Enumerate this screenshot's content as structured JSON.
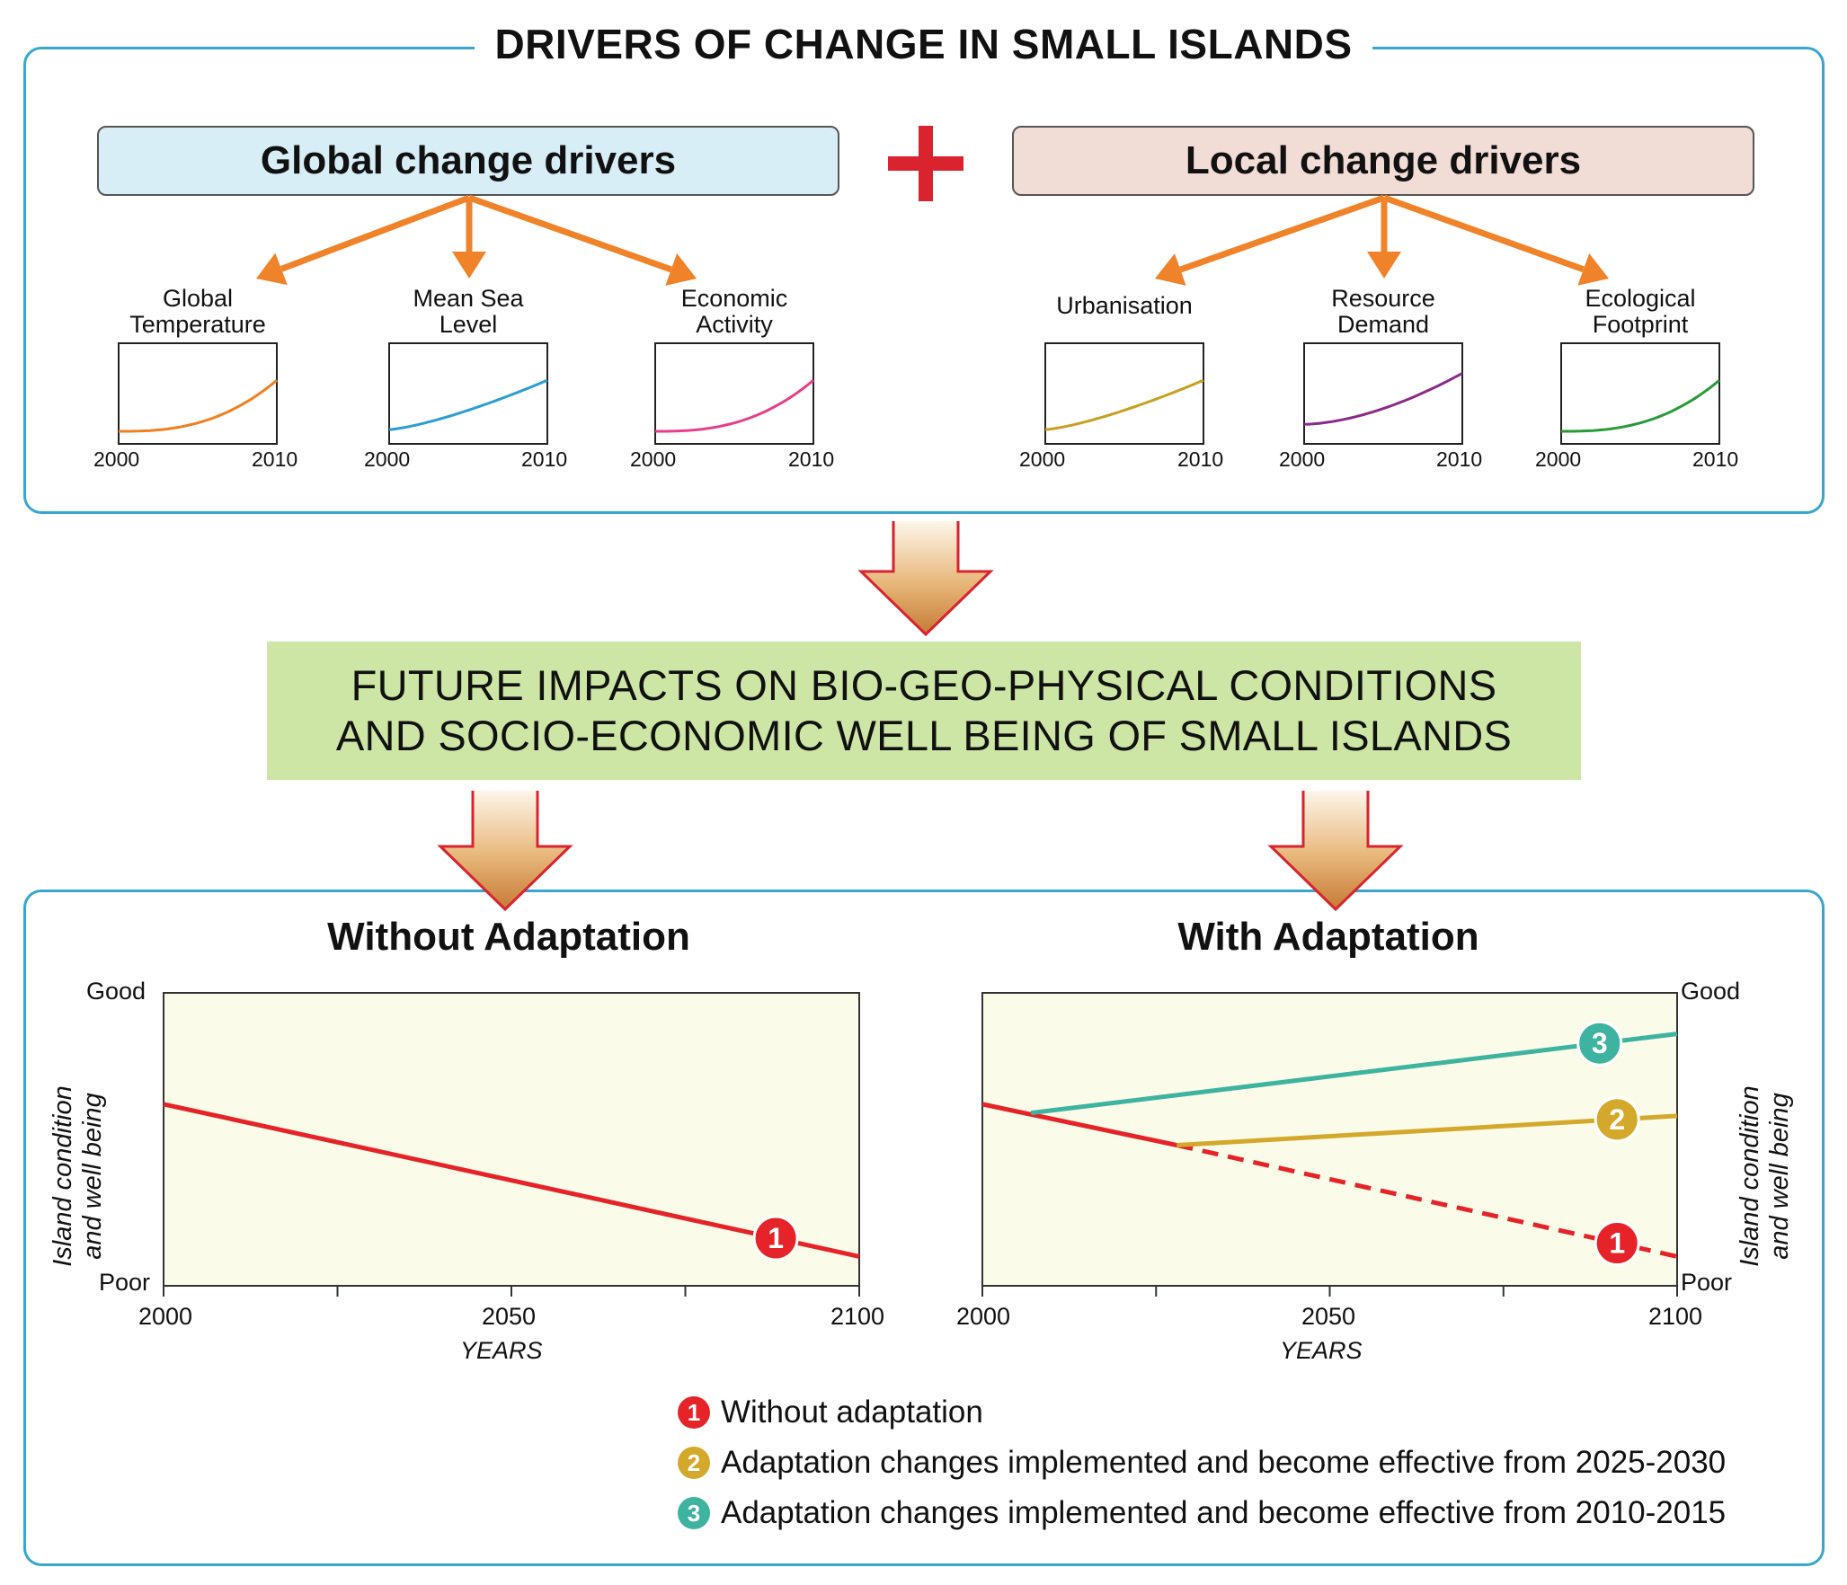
{
  "title": "DRIVERS OF CHANGE IN SMALL ISLANDS",
  "global_drivers": {
    "label": "Global change drivers",
    "items": [
      {
        "label_lines": [
          "Global",
          "Temperature"
        ],
        "start": "2000",
        "end": "2010",
        "color": "#f08020"
      },
      {
        "label_lines": [
          "Mean Sea",
          "Level"
        ],
        "start": "2000",
        "end": "2010",
        "color": "#2a9fd0"
      },
      {
        "label_lines": [
          "Economic",
          "Activity"
        ],
        "start": "2000",
        "end": "2010",
        "color": "#e83e8c"
      }
    ]
  },
  "local_drivers": {
    "label": "Local change drivers",
    "items": [
      {
        "label_lines": [
          "Urbanisation"
        ],
        "start": "2000",
        "end": "2010",
        "color": "#c8a020"
      },
      {
        "label_lines": [
          "Resource",
          "Demand"
        ],
        "start": "2000",
        "end": "2010",
        "color": "#8a2a8a"
      },
      {
        "label_lines": [
          "Ecological",
          "Footprint"
        ],
        "start": "2000",
        "end": "2010",
        "color": "#2a9a3a"
      }
    ]
  },
  "impacts": {
    "line1": "FUTURE IMPACTS ON BIO-GEO-PHYSICAL CONDITIONS",
    "line2": "AND SOCIO-ECONOMIC WELL BEING OF SMALL ISLANDS"
  },
  "colors": {
    "frame": "#3aa6cf",
    "arrow": "#d9232e",
    "driver_arrow": "#f0832a",
    "impact_box": "#cde6a5",
    "plot_bg": "#fbfbe9",
    "s1": "#e52329",
    "s2": "#d4a82a",
    "s3": "#3eb3a0"
  },
  "chart_data": [
    {
      "type": "line",
      "title": "Without Adaptation",
      "xlabel": "YEARS",
      "ylabel_lines": [
        "Island condition",
        "and well being"
      ],
      "x_ticks": [
        "2000",
        "2050",
        "2100"
      ],
      "y_ticks": [
        "Poor",
        "Good"
      ],
      "xlim": [
        2000,
        2100
      ],
      "ylim": [
        0,
        1
      ],
      "series": [
        {
          "marker": "1",
          "style": "solid",
          "x": [
            2000,
            2100
          ],
          "y": [
            0.62,
            0.1
          ]
        }
      ]
    },
    {
      "type": "line",
      "title": "With Adaptation",
      "xlabel": "YEARS",
      "ylabel_lines": [
        "Island condition",
        "and well being"
      ],
      "x_ticks": [
        "2000",
        "2050",
        "2100"
      ],
      "y_ticks": [
        "Poor",
        "Good"
      ],
      "xlim": [
        2000,
        2100
      ],
      "ylim": [
        0,
        1
      ],
      "series": [
        {
          "marker": "1",
          "style": "solid",
          "x": [
            2000,
            2028
          ],
          "y": [
            0.62,
            0.48
          ]
        },
        {
          "marker": "1",
          "style": "dashed",
          "x": [
            2028,
            2100
          ],
          "y": [
            0.48,
            0.1
          ]
        },
        {
          "marker": "2",
          "style": "solid",
          "x": [
            2028,
            2100
          ],
          "y": [
            0.48,
            0.58
          ]
        },
        {
          "marker": "3",
          "style": "solid",
          "x": [
            2007,
            2100
          ],
          "y": [
            0.59,
            0.86
          ]
        }
      ]
    }
  ],
  "legend": [
    {
      "marker": "1",
      "label": "Without adaptation"
    },
    {
      "marker": "2",
      "label": "Adaptation changes implemented and become effective from 2025-2030"
    },
    {
      "marker": "3",
      "label": "Adaptation changes implemented and become effective from 2010-2015"
    }
  ]
}
